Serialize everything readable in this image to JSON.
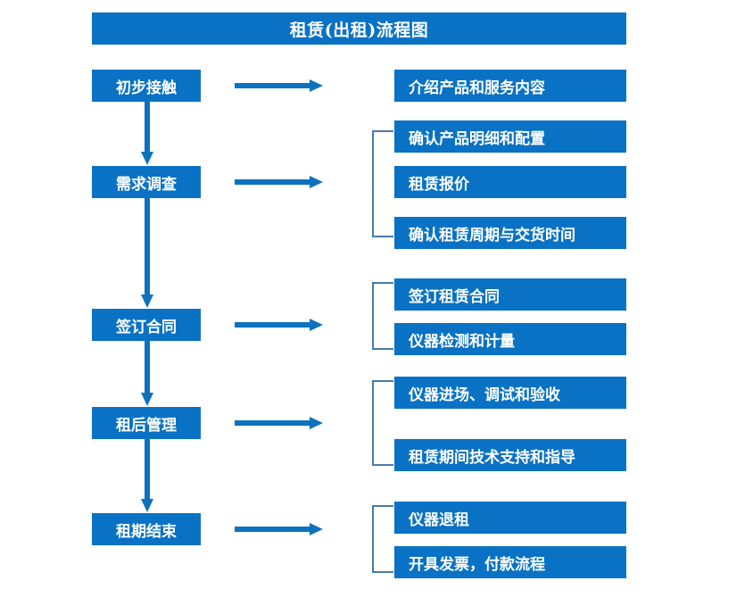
{
  "diagram": {
    "title": "租赁(出租)流程图",
    "colors": {
      "box_blue": "#0A72C4",
      "title_blue": "#0A72C4",
      "arrow_blue": "#0C72BE",
      "bracket_blue": "#4A7AA8",
      "text_white": "#FFFFFF",
      "background": "#FFFFFF"
    },
    "stages": [
      {
        "id": "stage-1",
        "label": "初步接触"
      },
      {
        "id": "stage-2",
        "label": "需求调查"
      },
      {
        "id": "stage-3",
        "label": "签订合同"
      },
      {
        "id": "stage-4",
        "label": "租后管理"
      },
      {
        "id": "stage-5",
        "label": "租期结束"
      }
    ],
    "details": [
      {
        "id": "detail-1-1",
        "label": "介绍产品和服务内容"
      },
      {
        "id": "detail-2-1",
        "label": "确认产品明细和配置"
      },
      {
        "id": "detail-2-2",
        "label": "租赁报价"
      },
      {
        "id": "detail-2-3",
        "label": "确认租赁周期与交货时间"
      },
      {
        "id": "detail-3-1",
        "label": "签订租赁合同"
      },
      {
        "id": "detail-3-2",
        "label": "仪器检测和计量"
      },
      {
        "id": "detail-4-1",
        "label": "仪器进场、调试和验收"
      },
      {
        "id": "detail-4-2",
        "label": "租赁期间技术支持和指导"
      },
      {
        "id": "detail-5-1",
        "label": "仪器退租"
      },
      {
        "id": "detail-5-2",
        "label": "开具发票，付款流程"
      }
    ],
    "connectors": {
      "horizontal_arrows": 5,
      "vertical_arrows": 4,
      "brackets": 4
    }
  }
}
